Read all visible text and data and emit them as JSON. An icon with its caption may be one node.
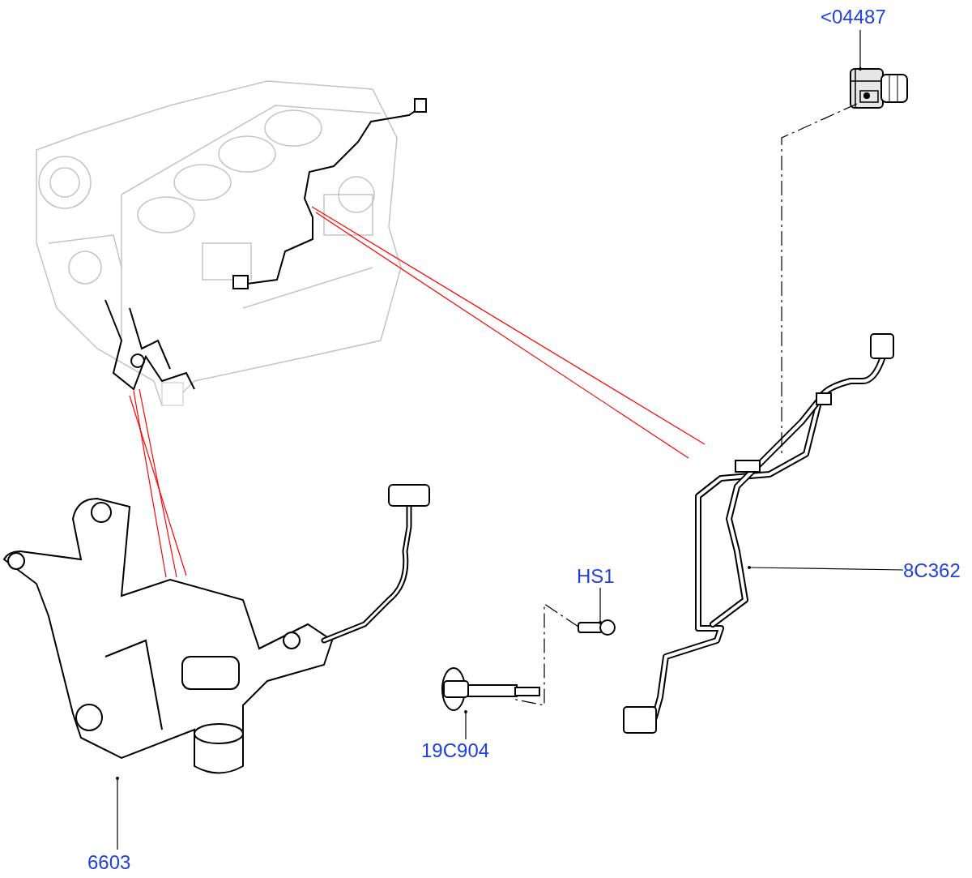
{
  "diagram": {
    "nodes": [
      {
        "text": [
          "<04487"
        ]
      },
      {
        "text": [],
        "shape": "picture"
      },
      {
        "text": [],
        "shape": "picture"
      },
      {
        "text": [],
        "shape": "picture"
      },
      {
        "text": [
          "HS1"
        ]
      },
      {
        "text": [
          "8C362"
        ]
      },
      {
        "text": [],
        "shape": "picture"
      },
      {
        "text": [],
        "shape": "picture"
      },
      {
        "text": [],
        "shape": "picture"
      },
      {
        "text": [
          "19C904"
        ]
      },
      {
        "text": [
          "6603"
        ]
      }
    ],
    "edges": [
      {
        "from": 0,
        "to": 1,
        "arrow": "other"
      },
      {
        "from": 4,
        "to": 6,
        "arrow": "other"
      },
      {
        "from": 5,
        "to": 3,
        "arrow": "other"
      },
      {
        "from": 9,
        "to": 8,
        "arrow": "other"
      },
      {
        "from": 10,
        "to": 7,
        "arrow": "other"
      },
      {
        "from": 1,
        "to": 3,
        "arrow": "none",
        "style": "dashed"
      },
      {
        "from": 6,
        "to": 8,
        "arrow": "none",
        "style": "dashed"
      },
      {
        "from": 2,
        "to": 3,
        "arrow": "none",
        "color": "#ff0000"
      },
      {
        "from": 2,
        "to": 3,
        "arrow": "none",
        "color": "#ff0000"
      },
      {
        "from": 2,
        "to": 7,
        "arrow": "none",
        "color": "#ff0000"
      },
      {
        "from": 2,
        "to": 7,
        "arrow": "none",
        "color": "#ff0000"
      },
      {
        "from": 2,
        "to": 7,
        "arrow": "none",
        "color": "#ff0000"
      }
    ]
  }
}
